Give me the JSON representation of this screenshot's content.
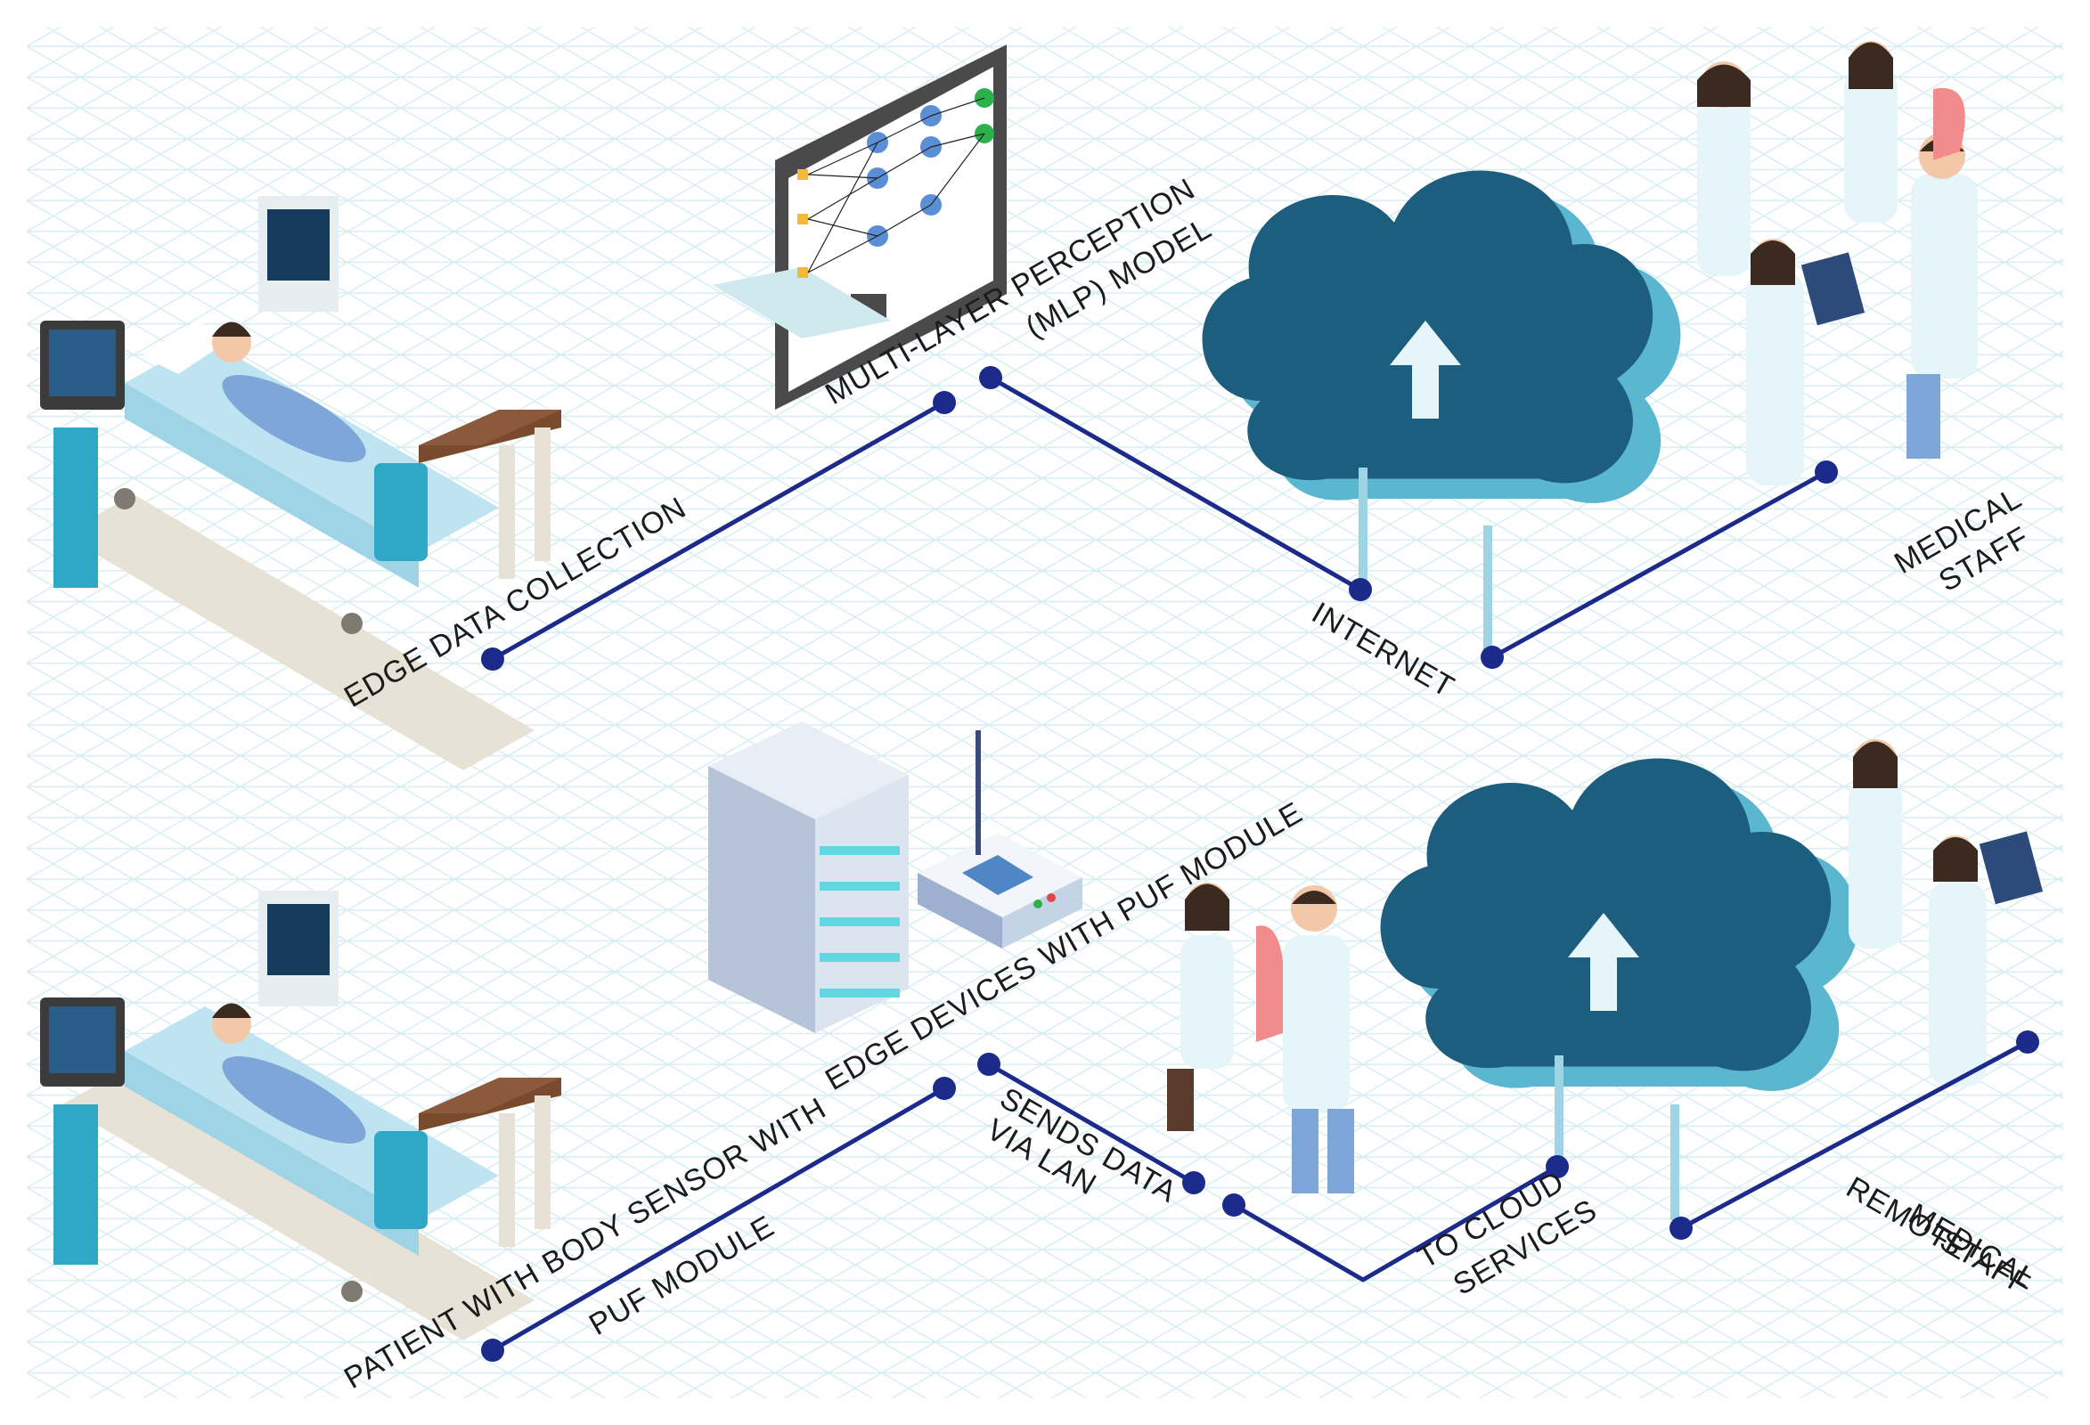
{
  "labels": {
    "edge_data_collection": "EDGE DATA COLLECTION",
    "mlp_line1": "MULTI-LAYER PERCEPTION",
    "mlp_line2": "(MLP) MODEL",
    "internet": "INTERNET",
    "medical_staff_1": "MEDICAL",
    "medical_staff_2": "STAFF",
    "patient_line1": "PATIENT WITH BODY SENSOR WITH",
    "patient_line2": "PUF MODULE",
    "edge_devices": "EDGE DEVICES WITH PUF MODULE",
    "sends_data_1": "SENDS DATA",
    "sends_data_2": "VIA LAN",
    "to_cloud_1": "TO CLOUD",
    "to_cloud_2": "SERVICES",
    "remote_1": "REMOTE",
    "remote_2": "MEDICAL",
    "remote_3": "STAFF"
  },
  "colors": {
    "grid": "#cfe9ef",
    "connector": "#1c2a8c",
    "cloud_dark": "#1d5e7e",
    "cloud_light": "#5ab7cf",
    "bed_teal": "#2ea8c4",
    "gown": "#bfe4f1",
    "table_brown": "#7a4a2e"
  }
}
